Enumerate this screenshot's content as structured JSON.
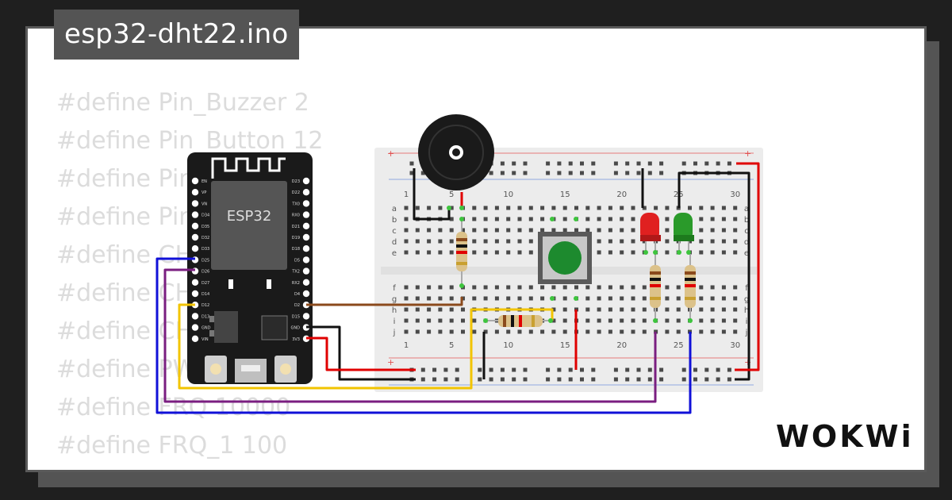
{
  "title": "esp32-dht22.ino",
  "code_lines": [
    "#define Pin_Buzzer 2",
    "#define Pin_Button 12",
    "#define Pin",
    "#define Pin",
    "#define CH",
    "#define CH",
    "#define CH",
    "#define PW",
    "#define FRQ 10000",
    "#define FRQ_1 100",
    ""
  ],
  "board": {
    "label": "ESP32",
    "pins_left": [
      "EN",
      "VP",
      "VN",
      "D34",
      "D35",
      "D32",
      "D33",
      "D25",
      "D26",
      "D27",
      "D14",
      "D12",
      "D13",
      "GND",
      "VIN"
    ],
    "pins_right": [
      "D23",
      "D22",
      "TX0",
      "RX0",
      "D21",
      "D19",
      "D18",
      "D5",
      "TX2",
      "RX2",
      "D4",
      "D2",
      "D15",
      "GND",
      "3V3"
    ]
  },
  "breadboard": {
    "column_numbers": [
      "1",
      "5",
      "10",
      "15",
      "20",
      "25",
      "30"
    ],
    "row_letters_top": [
      "a",
      "b",
      "c",
      "d",
      "e"
    ],
    "row_letters_bottom": [
      "f",
      "g",
      "h",
      "i",
      "j"
    ],
    "plus": "+",
    "minus": "−"
  },
  "colors": {
    "wire_blue": "#1010d8",
    "wire_purple": "#7a1e80",
    "wire_yellow": "#f2c400",
    "wire_brown": "#8b4a1c",
    "wire_black": "#111111",
    "wire_red": "#e00000",
    "led_red": "#e02020",
    "led_green": "#2a9a2a",
    "button_cap": "#1d8a2e"
  },
  "logo": "WOKWi"
}
